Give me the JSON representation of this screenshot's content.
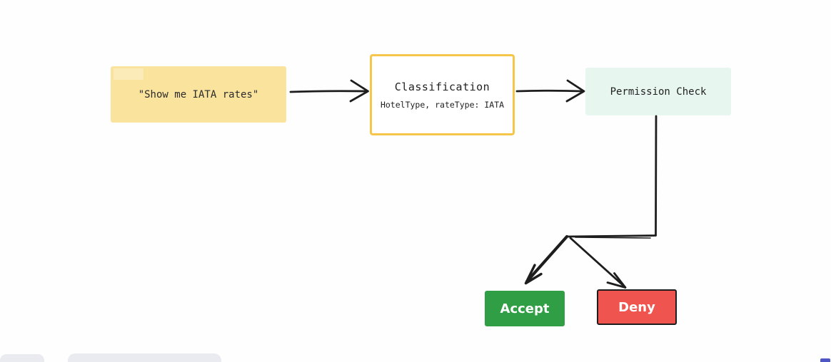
{
  "diagram": {
    "nodes": {
      "user_query": {
        "label": "\"Show me IATA rates\"",
        "fill": "#f9e39d"
      },
      "classification": {
        "title": "Classification",
        "subtitle": "HotelType, rateType: IATA",
        "fill": "#ffffff",
        "border": "#f5c64a"
      },
      "permission_check": {
        "label": "Permission Check",
        "fill": "#e7f7f0"
      },
      "accept": {
        "label": "Accept",
        "fill": "#2f9e44",
        "text_color": "#ffffff"
      },
      "deny": {
        "label": "Deny",
        "fill": "#f0544f",
        "border": "#1d1d1d",
        "text_color": "#ffffff"
      }
    },
    "connector_color": "#1d1d1d",
    "flow": "user_query -> classification -> permission_check -> (accept | deny)"
  },
  "chrome": {
    "bottom_toolbar_color": "#e9ebf1",
    "watermark_color": "#4e55c4"
  }
}
